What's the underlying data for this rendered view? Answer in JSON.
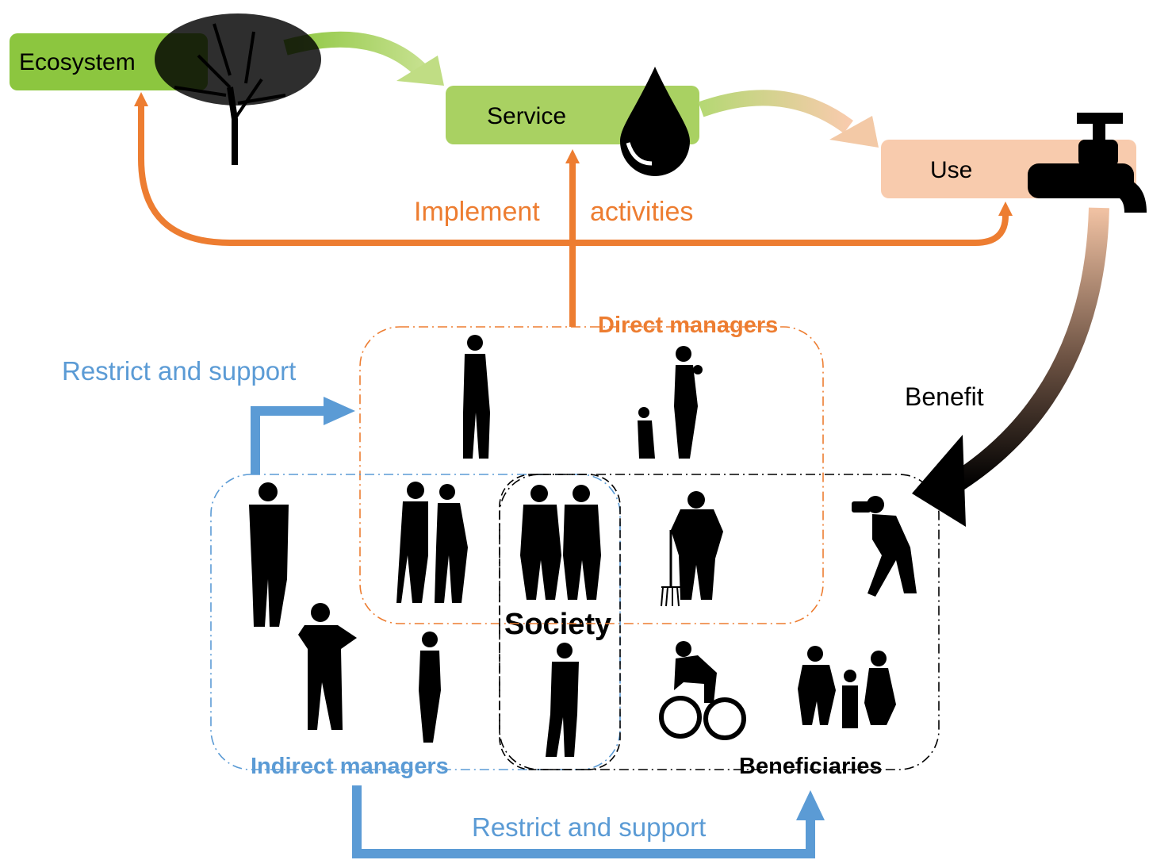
{
  "flow": {
    "ecosystem_label": "Ecosystem",
    "service_label": "Service",
    "use_label": "Use",
    "implement_label": "Implement",
    "activities_label": "activities",
    "benefit_label": "Benefit"
  },
  "groups": {
    "direct_managers": "Direct managers",
    "indirect_managers": "Indirect managers",
    "beneficiaries": "Beneficiaries",
    "society": "Society"
  },
  "relations": {
    "restrict_support_top": "Restrict and support",
    "restrict_support_bottom": "Restrict and support"
  },
  "colors": {
    "ecosystem_green": "#8cc63f",
    "service_green": "#a9d162",
    "use_peach": "#f8cbad",
    "orange": "#ed7d31",
    "blue": "#5b9bd5",
    "black": "#000000"
  },
  "icons": [
    "tree-icon",
    "water-drop-icon",
    "faucet-icon",
    "person-silhouette-icon",
    "cyclist-icon",
    "photographer-icon",
    "farmer-icon"
  ]
}
